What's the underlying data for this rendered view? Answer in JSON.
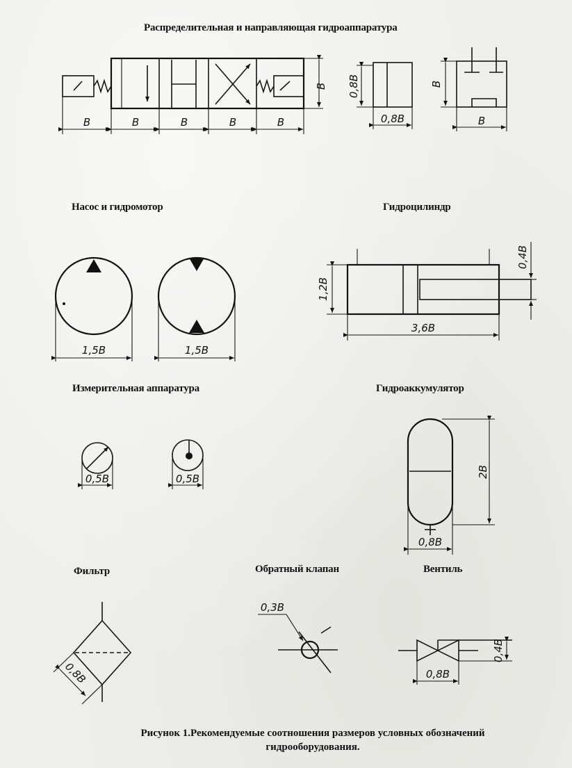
{
  "sections": {
    "distributors": "Распределительная и направляющая гидроаппаратура",
    "pump": "Насос и гидромотор",
    "cylinder": "Гидроцилиндр",
    "measuring": "Измерительная аппаратура",
    "accumulator": "Гидроаккумулятор",
    "filter": "Фильтр",
    "check_valve": "Обратный клапан",
    "valve": "Вентиль"
  },
  "dimensions": {
    "B": "B",
    "b08": "0,8B",
    "b15": "1,5B",
    "b12": "1,2B",
    "b36": "3,6B",
    "b04": "0,4B",
    "b05": "0,5B",
    "b2": "2B",
    "b03": "0,3B"
  },
  "caption": {
    "line1": "Рисунок 1.Рекомендуемые соотношения размеров условных обозначений",
    "line2": "гидрооборудования."
  }
}
